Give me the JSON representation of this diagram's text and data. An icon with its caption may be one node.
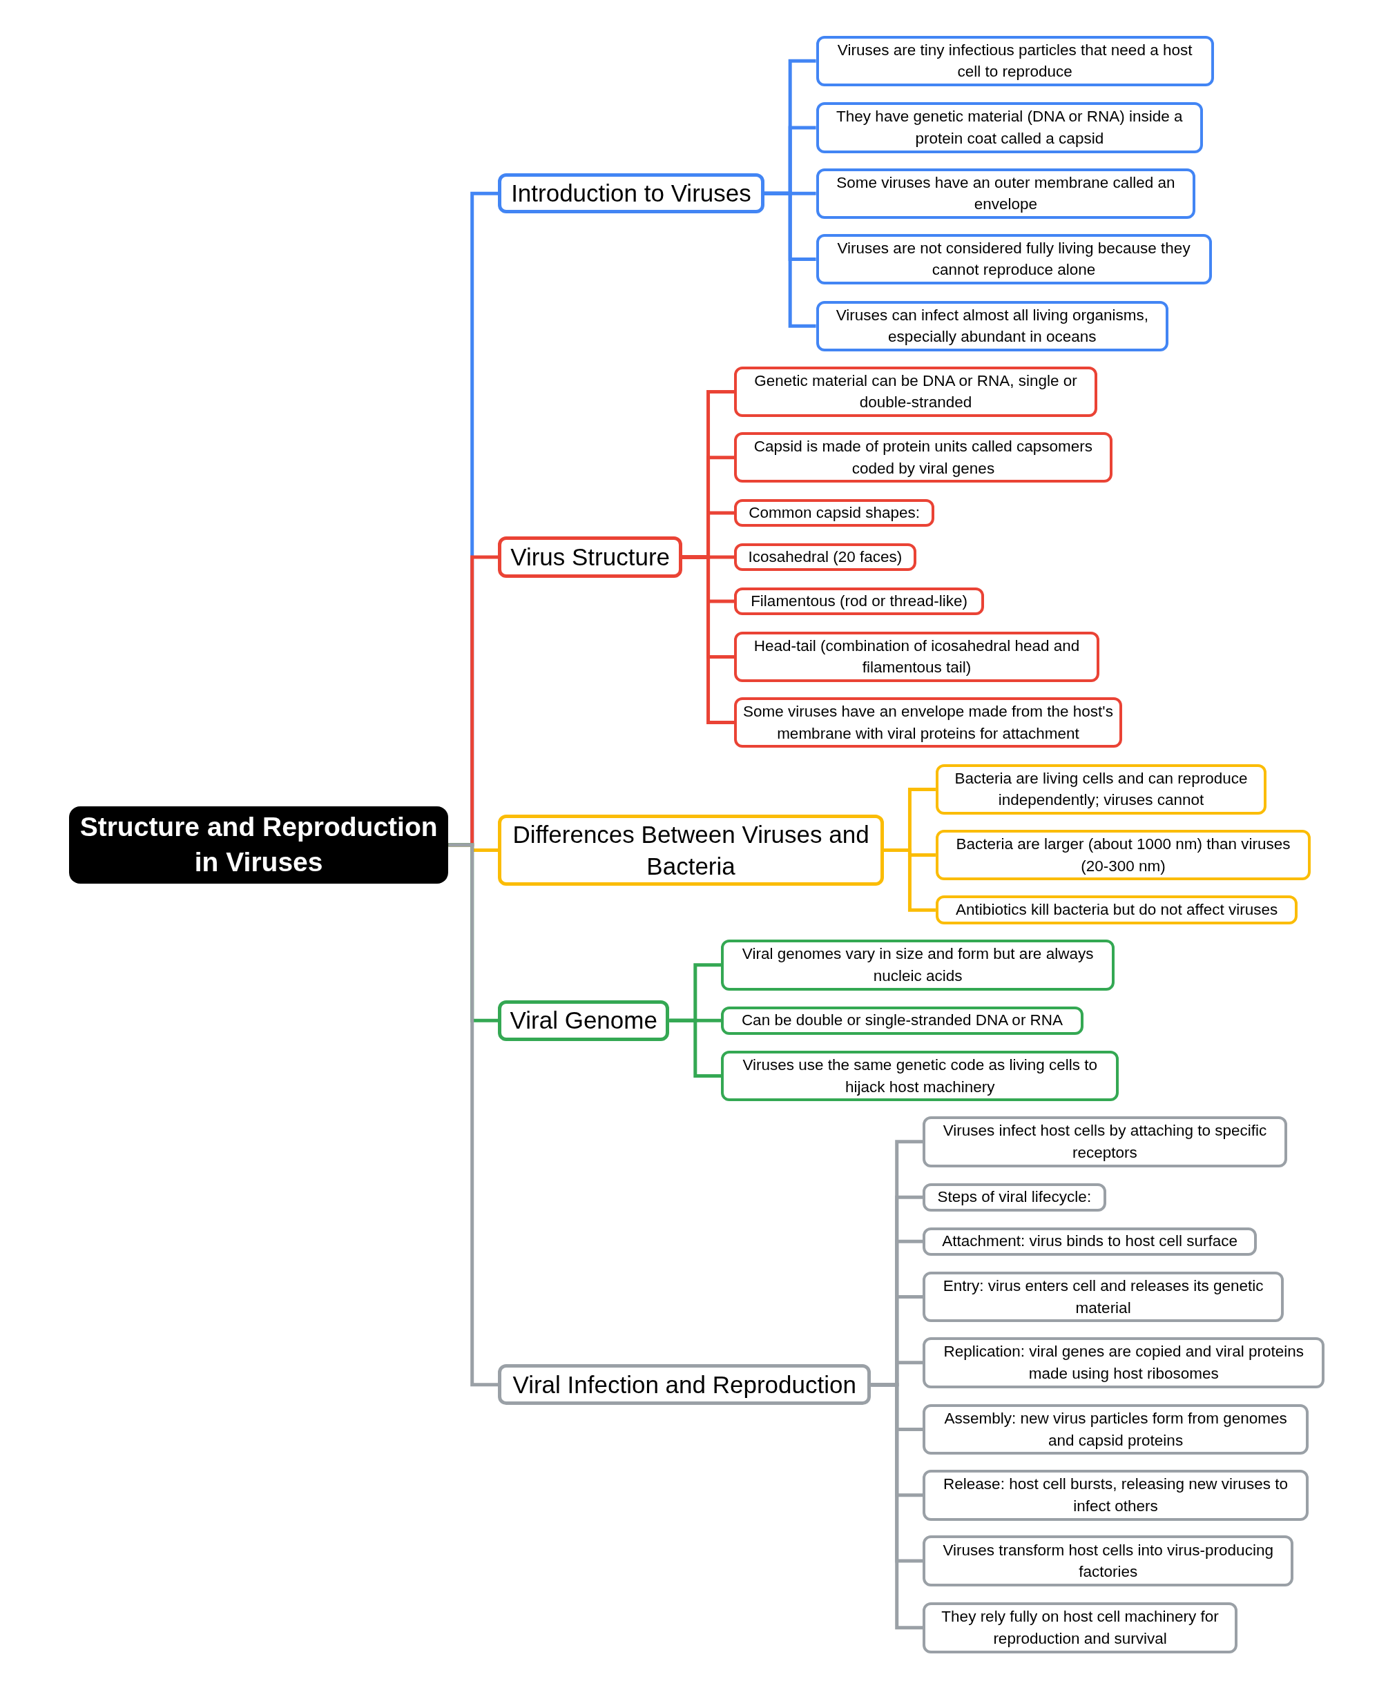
{
  "diagram": {
    "nodes": [
      {
        "text": [
          "Structure and Reproduction in Viruses"
        ]
      },
      {
        "text": [
          "Introduction to Viruses"
        ]
      },
      {
        "text": [
          "Viruses are tiny infectious particles that need a host cell to reproduce"
        ]
      },
      {
        "text": [
          "They have genetic material (DNA or RNA) inside a protein coat called a capsid"
        ]
      },
      {
        "text": [
          "Some viruses have an outer membrane called an envelope"
        ]
      },
      {
        "text": [
          "Viruses are not considered fully living because they cannot reproduce alone"
        ]
      },
      {
        "text": [
          "Viruses can infect almost all living organisms, especially abundant in oceans"
        ]
      },
      {
        "text": [
          "Virus Structure"
        ]
      },
      {
        "text": [
          "Genetic material can be DNA or RNA, single or double-stranded"
        ]
      },
      {
        "text": [
          "Capsid is made of protein units called capsomers coded by viral genes"
        ]
      },
      {
        "text": [
          "Common capsid shapes:"
        ]
      },
      {
        "text": [
          "Icosahedral (20 faces)"
        ]
      },
      {
        "text": [
          "Filamentous (rod or thread-like)"
        ]
      },
      {
        "text": [
          "Head-tail (combination of icosahedral head and filamentous tail)"
        ]
      },
      {
        "text": [
          "Some viruses have an envelope made from the host's membrane with viral proteins for attachment"
        ]
      },
      {
        "text": [
          "Differences Between Viruses and Bacteria"
        ]
      },
      {
        "text": [
          "Bacteria are living cells and can reproduce independently; viruses cannot"
        ]
      },
      {
        "text": [
          "Bacteria are larger (about 1000 nm) than viruses (20-300 nm)"
        ]
      },
      {
        "text": [
          "Antibiotics kill bacteria but do not affect viruses"
        ]
      },
      {
        "text": [
          "Viral Genome"
        ]
      },
      {
        "text": [
          "Viral genomes vary in size and form but are always nucleic acids"
        ]
      },
      {
        "text": [
          "Can be double or single-stranded DNA or RNA"
        ]
      },
      {
        "text": [
          "Viruses use the same genetic code as living cells to hijack host machinery"
        ]
      },
      {
        "text": [
          "Viral Infection and Reproduction"
        ]
      },
      {
        "text": [
          "Viruses infect host cells by attaching to specific receptors"
        ]
      },
      {
        "text": [
          "Steps of viral lifecycle:"
        ]
      },
      {
        "text": [
          "Attachment: virus binds to host cell surface"
        ]
      },
      {
        "text": [
          "Entry: virus enters cell and releases its genetic material"
        ]
      },
      {
        "text": [
          "Replication: viral genes are copied and viral proteins made using host ribosomes"
        ]
      },
      {
        "text": [
          "Assembly: new virus particles form from genomes and capsid proteins"
        ]
      },
      {
        "text": [
          "Release: host cell bursts, releasing new viruses to infect others"
        ]
      },
      {
        "text": [
          "Viruses transform host cells into virus-producing factories"
        ]
      },
      {
        "text": [
          "They rely fully on host cell machinery for reproduction and survival"
        ]
      }
    ],
    "edges": [
      {
        "from": 0,
        "to": 1,
        "arrow": "none",
        "color": "#4285f4"
      },
      {
        "from": 1,
        "to": 2,
        "arrow": "none",
        "color": "#4285f4"
      },
      {
        "from": 1,
        "to": 3,
        "arrow": "none",
        "color": "#4285f4"
      },
      {
        "from": 1,
        "to": 4,
        "arrow": "none",
        "color": "#4285f4"
      },
      {
        "from": 1,
        "to": 5,
        "arrow": "none",
        "color": "#4285f4"
      },
      {
        "from": 1,
        "to": 6,
        "arrow": "none",
        "color": "#4285f4"
      },
      {
        "from": 0,
        "to": 7,
        "arrow": "none",
        "color": "#ea4335"
      },
      {
        "from": 7,
        "to": 8,
        "arrow": "none",
        "color": "#ea4335"
      },
      {
        "from": 7,
        "to": 9,
        "arrow": "none",
        "color": "#ea4335"
      },
      {
        "from": 7,
        "to": 10,
        "arrow": "none",
        "color": "#ea4335"
      },
      {
        "from": 7,
        "to": 11,
        "arrow": "none",
        "color": "#ea4335"
      },
      {
        "from": 7,
        "to": 12,
        "arrow": "none",
        "color": "#ea4335"
      },
      {
        "from": 7,
        "to": 13,
        "arrow": "none",
        "color": "#ea4335"
      },
      {
        "from": 7,
        "to": 14,
        "arrow": "none",
        "color": "#ea4335"
      },
      {
        "from": 0,
        "to": 15,
        "arrow": "none",
        "color": "#fbbc05"
      },
      {
        "from": 15,
        "to": 16,
        "arrow": "none",
        "color": "#fbbc05"
      },
      {
        "from": 15,
        "to": 17,
        "arrow": "none",
        "color": "#fbbc05"
      },
      {
        "from": 15,
        "to": 18,
        "arrow": "none",
        "color": "#fbbc05"
      },
      {
        "from": 0,
        "to": 19,
        "arrow": "none",
        "color": "#34a853"
      },
      {
        "from": 19,
        "to": 20,
        "arrow": "none",
        "color": "#34a853"
      },
      {
        "from": 19,
        "to": 21,
        "arrow": "none",
        "color": "#34a853"
      },
      {
        "from": 19,
        "to": 22,
        "arrow": "none",
        "color": "#34a853"
      },
      {
        "from": 0,
        "to": 23,
        "arrow": "none",
        "color": "#9aa0a6"
      },
      {
        "from": 23,
        "to": 24,
        "arrow": "none",
        "color": "#9aa0a6"
      },
      {
        "from": 23,
        "to": 25,
        "arrow": "none",
        "color": "#9aa0a6"
      },
      {
        "from": 23,
        "to": 26,
        "arrow": "none",
        "color": "#9aa0a6"
      },
      {
        "from": 23,
        "to": 27,
        "arrow": "none",
        "color": "#9aa0a6"
      },
      {
        "from": 23,
        "to": 28,
        "arrow": "none",
        "color": "#9aa0a6"
      },
      {
        "from": 23,
        "to": 29,
        "arrow": "none",
        "color": "#9aa0a6"
      },
      {
        "from": 23,
        "to": 30,
        "arrow": "none",
        "color": "#9aa0a6"
      },
      {
        "from": 23,
        "to": 31,
        "arrow": "none",
        "color": "#9aa0a6"
      },
      {
        "from": 23,
        "to": 32,
        "arrow": "none",
        "color": "#9aa0a6"
      }
    ]
  }
}
